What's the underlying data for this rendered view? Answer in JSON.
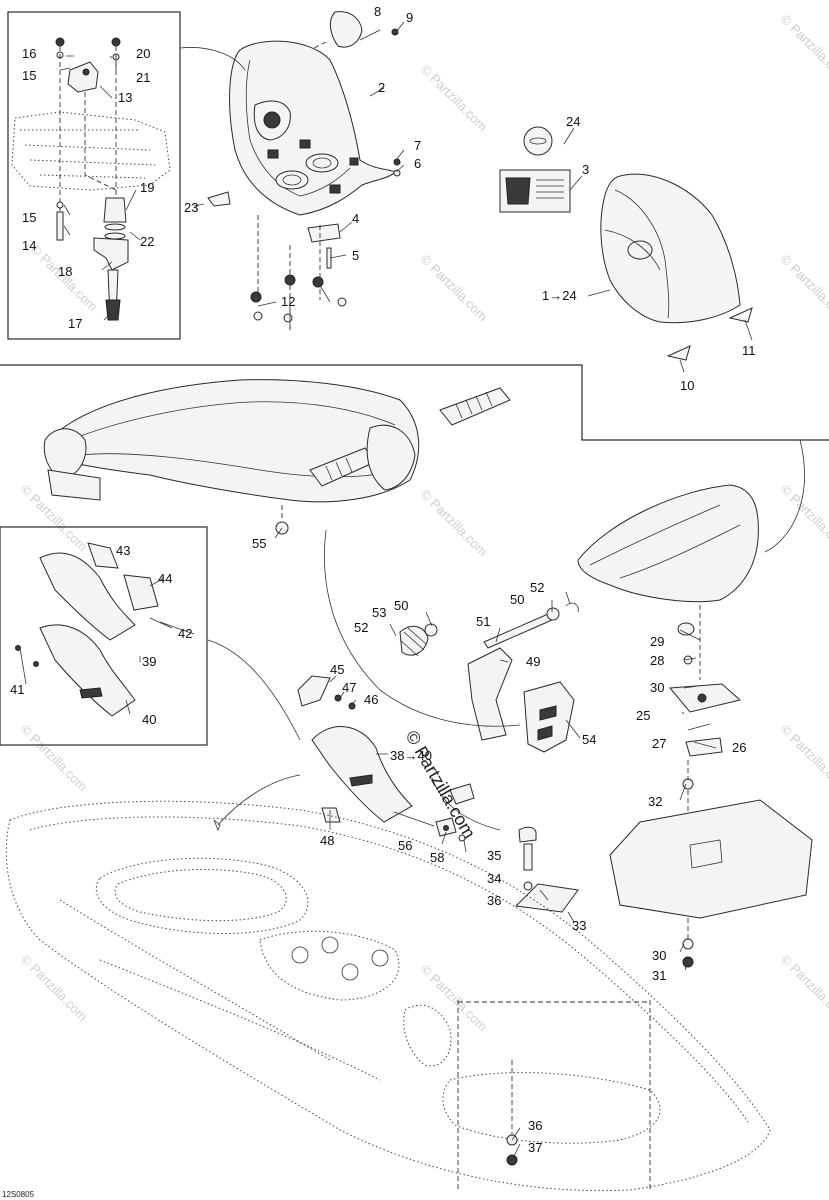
{
  "watermark": "© Partzilla.com",
  "credit": "© Partzilla.com",
  "drawing_code": "12S0805",
  "callouts": {
    "c1": "1",
    "c2": "2",
    "c3": "3",
    "c4": "4",
    "c5": "5",
    "c6": "6",
    "c7": "7",
    "c8": "8",
    "c9": "9",
    "c10": "10",
    "c11": "11",
    "c12": "12",
    "c13": "13",
    "c14": "14",
    "c15a": "15",
    "c15b": "15",
    "c16": "16",
    "c17": "17",
    "c18": "18",
    "c19": "19",
    "c20": "20",
    "c21": "21",
    "c22": "22",
    "c23": "23",
    "c24": "24",
    "c1to24": "1→24",
    "c25": "25",
    "c26": "26",
    "c27": "27",
    "c28": "28",
    "c29": "29",
    "c30a": "30",
    "c30b": "30",
    "c31": "31",
    "c32": "32",
    "c33": "33",
    "c34": "34",
    "c35": "35",
    "c36a": "36",
    "c36b": "36",
    "c37": "37",
    "c38to40": "38→40",
    "c39": "39",
    "c40": "40",
    "c41": "41",
    "c42": "42",
    "c43": "43",
    "c44": "44",
    "c45": "45",
    "c46": "46",
    "c47": "47",
    "c48": "48",
    "c49": "49",
    "c50a": "50",
    "c50b": "50",
    "c51": "51",
    "c52a": "52",
    "c52b": "52",
    "c53": "53",
    "c54": "54",
    "c55": "55",
    "c56": "56",
    "c58": "58"
  }
}
